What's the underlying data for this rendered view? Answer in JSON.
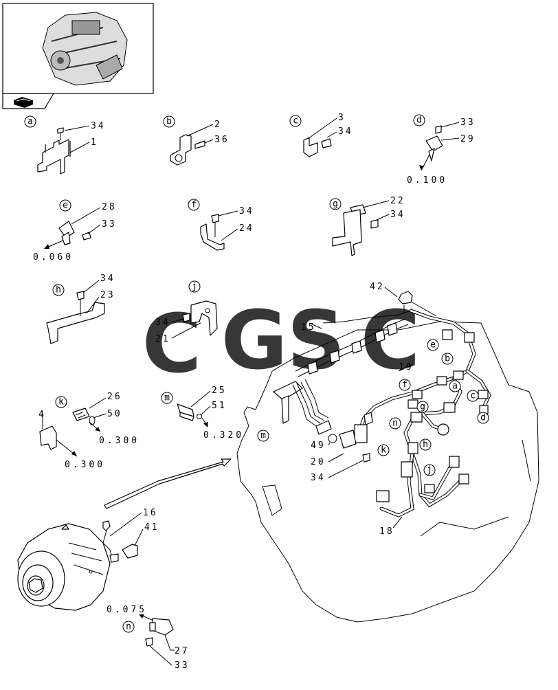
{
  "watermark": {
    "letters": [
      "C",
      "G",
      "S",
      "C"
    ],
    "colors": [
      "#5b9cf5",
      "#f47f7a",
      "#f5d04f",
      "#4fb07d"
    ]
  },
  "callouts": {
    "a": "a",
    "b": "b",
    "c": "c",
    "d": "d",
    "e": "e",
    "f": "f",
    "g": "g",
    "h": "h",
    "j": "j",
    "k": "k",
    "m": "m",
    "n": "n"
  },
  "parts": {
    "p1": "1",
    "p2": "2",
    "p3": "3",
    "p15": "15",
    "p16": "16",
    "p18": "18",
    "p19": "19",
    "p20": "20",
    "p21": "21",
    "p22": "22",
    "p23": "23",
    "p24": "24",
    "p25": "25",
    "p26": "26",
    "p27": "27",
    "p28": "28",
    "p29": "29",
    "p33": "33",
    "p34": "34",
    "p36": "36",
    "p41": "41",
    "p42": "42",
    "p49": "49",
    "p50": "50",
    "p51": "51",
    "p4": "4"
  },
  "refs": {
    "r100": "0.100",
    "r060": "0.060",
    "r300": "0.300",
    "r320": "0.320",
    "r075": "0.075"
  },
  "icons": [
    "engine-thumbnail",
    "book-icon",
    "arrow-icon"
  ]
}
